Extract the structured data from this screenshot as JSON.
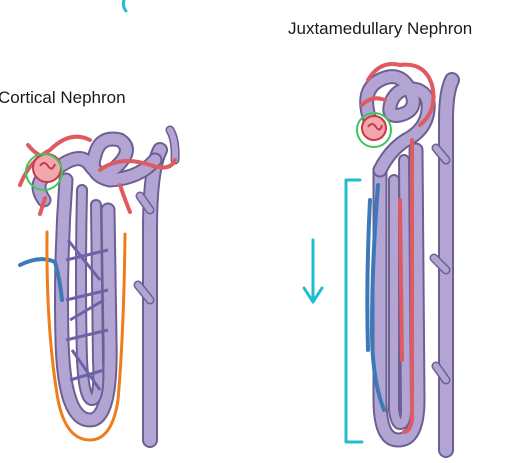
{
  "labels": {
    "cortical": "Cortical Nephron",
    "juxtamedullary": "Juxtamedullary Nephron"
  },
  "colors": {
    "tubule": "#b3a5d3",
    "tubule_edge": "#6c5f92",
    "artery": "#e05a62",
    "vein": "#3d78b8",
    "glomerulus_highlight": "#3fc65a",
    "loop_highlight": "#f07d1c",
    "annotation": "#21bcd0"
  },
  "icons": [
    "down-arrow-annotation"
  ]
}
